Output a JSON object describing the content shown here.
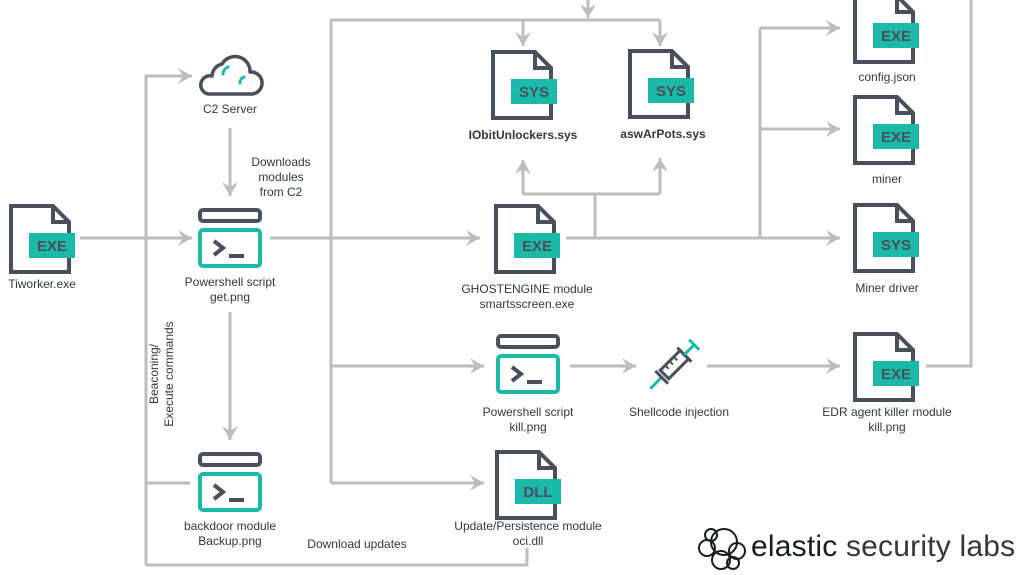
{
  "colors": {
    "line": "#bdbdbd",
    "outline": "#4a4f5c",
    "accent": "#1bbaa8",
    "badge_text": "#4a4f5c",
    "text": "#343741"
  },
  "nodes": {
    "tiworker": {
      "icon": "file-icon",
      "badge": "EXE",
      "label": [
        "Tiworker.exe"
      ]
    },
    "c2": {
      "icon": "cloud-icon",
      "label": [
        "C2 Server"
      ]
    },
    "ps_get": {
      "icon": "terminal-icon",
      "label": [
        "Powershell script",
        "get.png"
      ]
    },
    "backdoor": {
      "icon": "terminal-icon",
      "label": [
        "backdoor module",
        "Backup.png"
      ]
    },
    "iobit": {
      "icon": "file-icon",
      "badge": "SYS",
      "label": [
        "IObitUnlockers.sys"
      ]
    },
    "aswar": {
      "icon": "file-icon",
      "badge": "SYS",
      "label": [
        "aswArPots.sys"
      ]
    },
    "ghostengine": {
      "icon": "file-icon",
      "badge": "EXE",
      "label": [
        "GHOSTENGINE module",
        "smartsscreen.exe"
      ]
    },
    "ps_kill": {
      "icon": "terminal-icon",
      "label": [
        "Powershell script",
        "kill.png"
      ]
    },
    "shellcode": {
      "icon": "syringe-icon",
      "label": [
        "Shellcode injection"
      ]
    },
    "oci": {
      "icon": "file-icon",
      "badge": "DLL",
      "label": [
        "Update/Persistence module",
        "oci.dll"
      ]
    },
    "config": {
      "icon": "file-icon",
      "badge": "EXE",
      "label": [
        "config.json"
      ]
    },
    "miner": {
      "icon": "file-icon",
      "badge": "EXE",
      "label": [
        "miner"
      ]
    },
    "miner_driver": {
      "icon": "file-icon",
      "badge": "SYS",
      "label": [
        "Miner driver"
      ]
    },
    "edr_killer": {
      "icon": "file-icon",
      "badge": "EXE",
      "label": [
        "EDR agent killer module",
        "kill.png"
      ]
    }
  },
  "edge_labels": {
    "downloads_modules": [
      "Downloads",
      "modules",
      "from C2"
    ],
    "beaconing": [
      "Beaconing/",
      "Execute commands"
    ],
    "download_updates": "Download updates"
  },
  "logo": {
    "brand": "elastic",
    "suffix": " security labs"
  }
}
